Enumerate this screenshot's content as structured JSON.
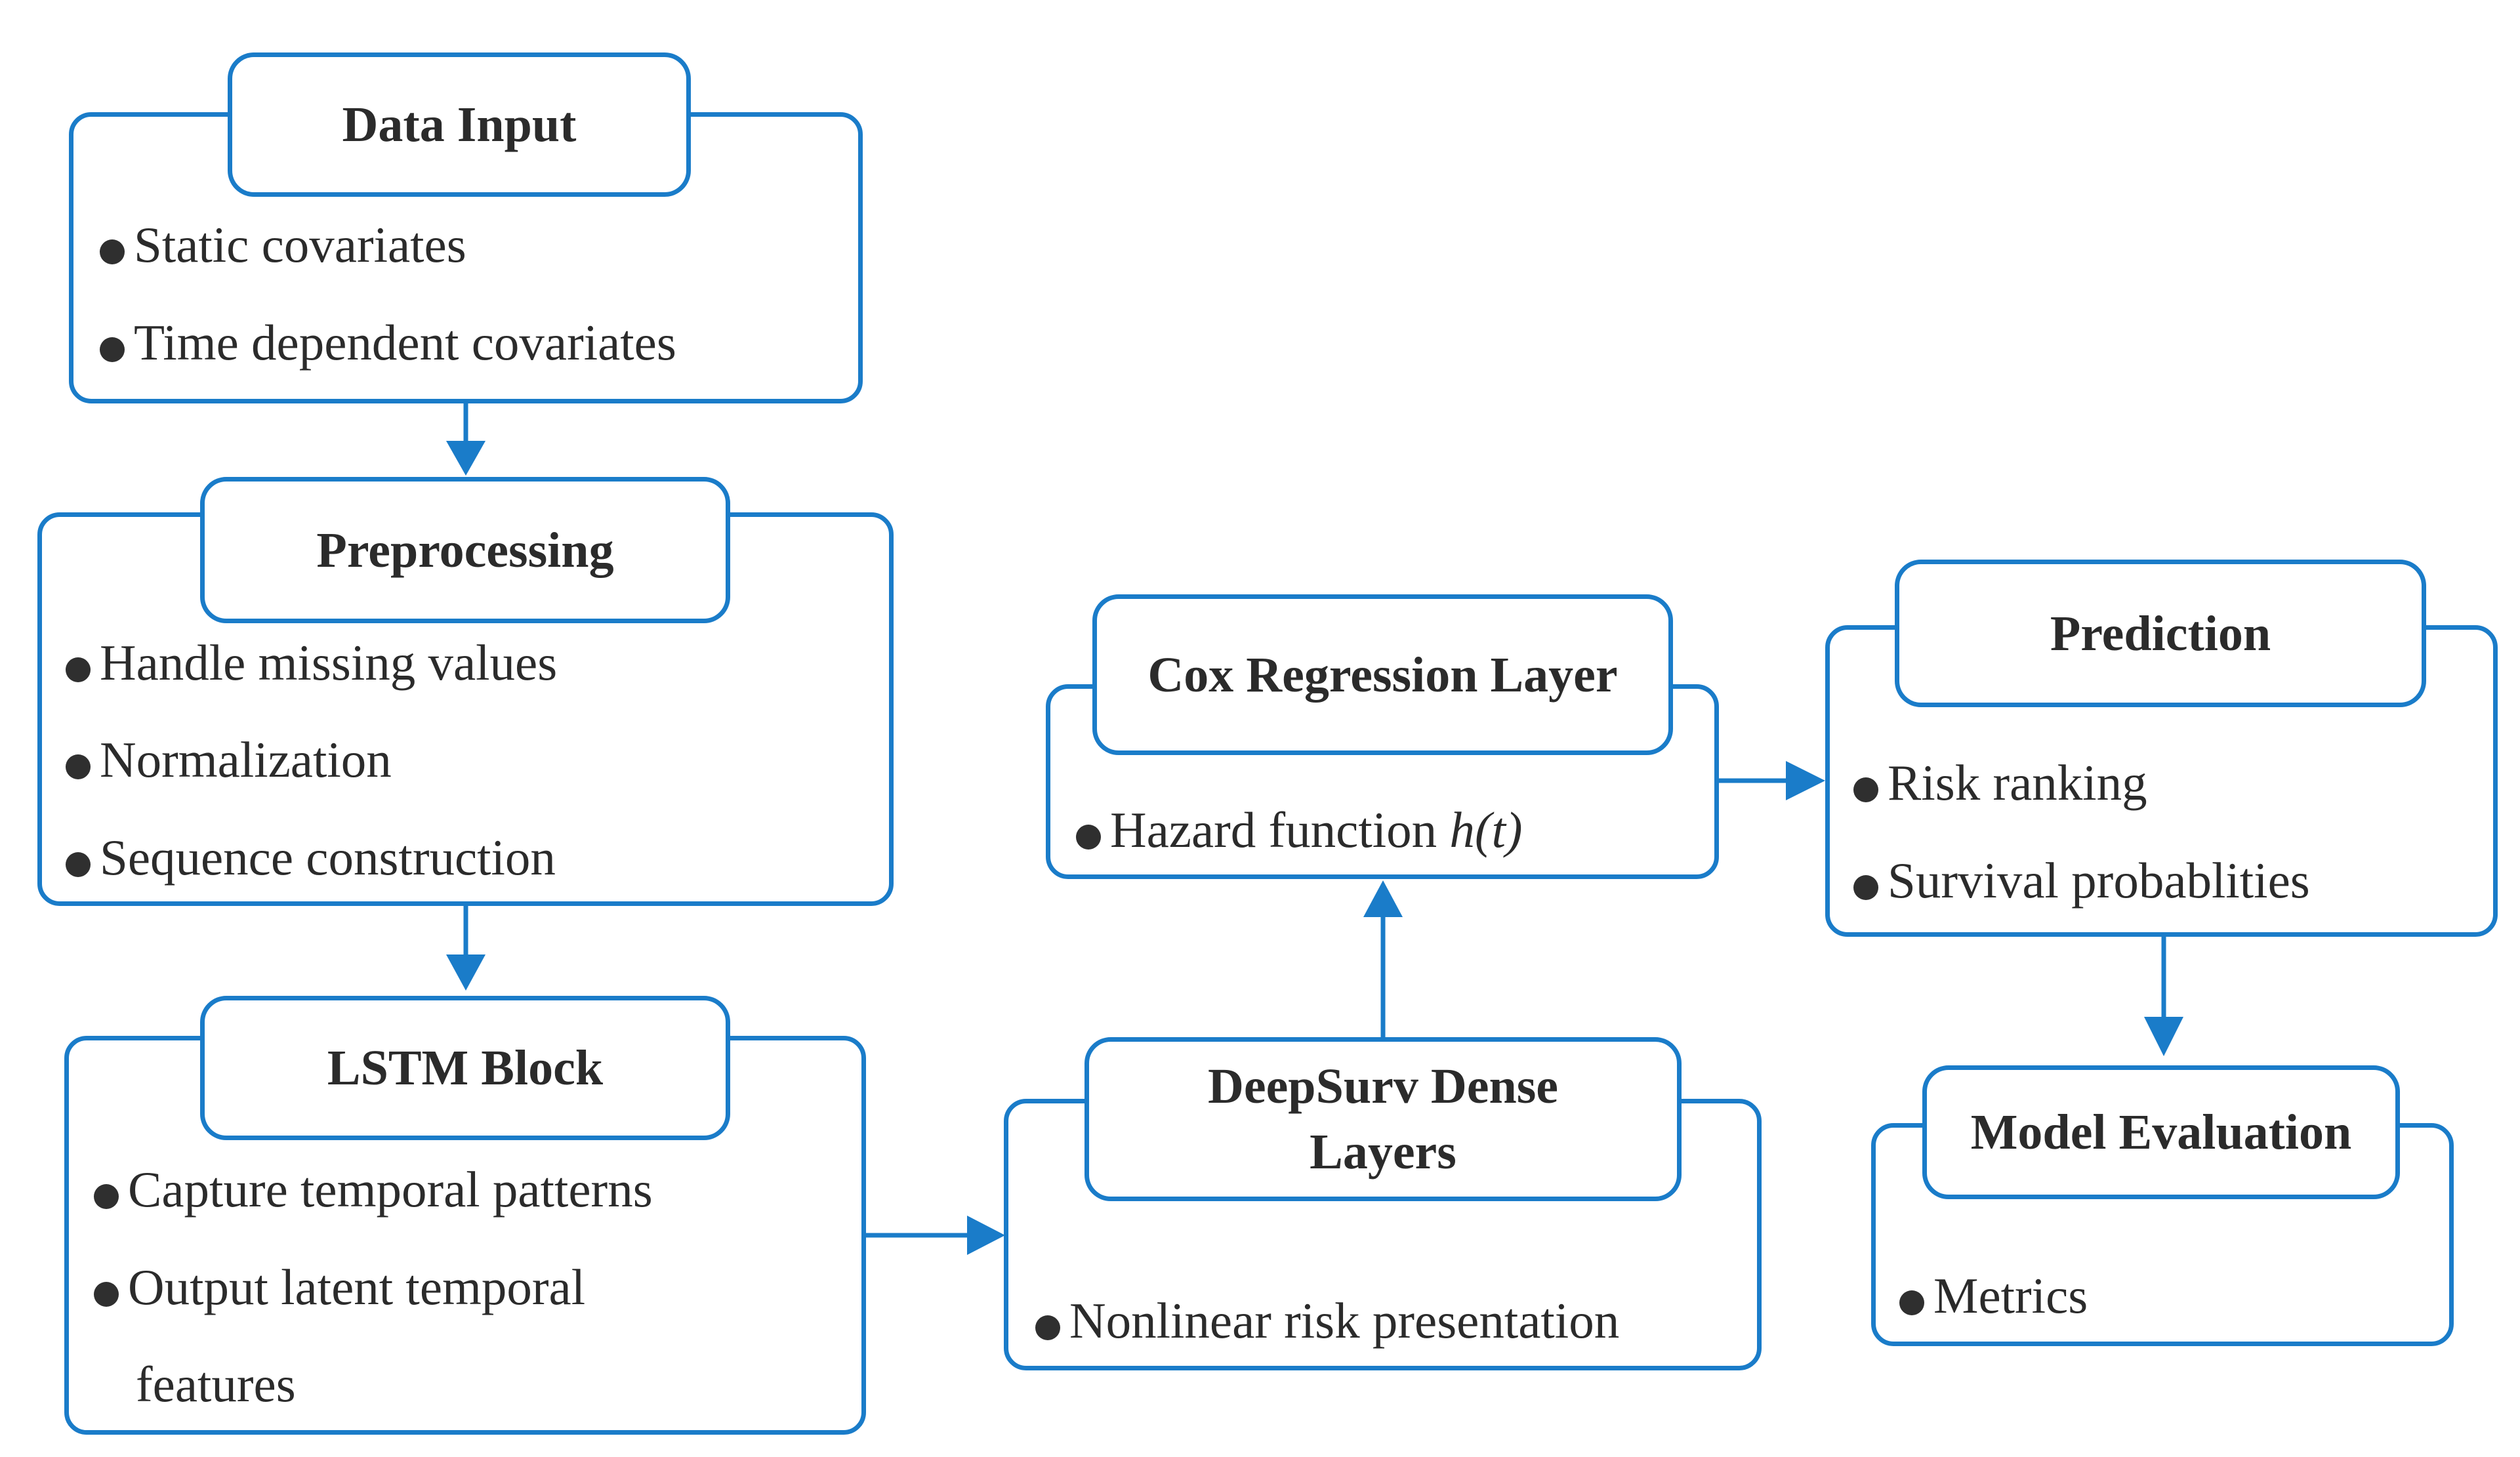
{
  "blocks": {
    "data_input": {
      "title": "Data Input",
      "items": [
        "Static covariates",
        "Time dependent covariates"
      ]
    },
    "preprocessing": {
      "title": "Preprocessing",
      "items": [
        "Handle missing values",
        "Normalization",
        "Sequence construction"
      ]
    },
    "lstm": {
      "title": "LSTM Block",
      "items": [
        "Capture temporal patterns",
        "Output latent temporal",
        "features"
      ]
    },
    "deepsurv": {
      "title_line1": "DeepSurv Dense",
      "title_line2": "Layers",
      "items": [
        "Nonlinear risk presentation"
      ]
    },
    "cox": {
      "title": "Cox Regression Layer",
      "item_text": "Hazard function",
      "item_math": "h(t)"
    },
    "prediction": {
      "title": "Prediction",
      "items": [
        "Risk ranking",
        "Survival probablities"
      ]
    },
    "evaluation": {
      "title": "Model Evaluation",
      "items": [
        "Metrics"
      ]
    }
  },
  "colors": {
    "border": "#1a7cc9",
    "arrow": "#1a7cc9",
    "text": "#2b2b2b"
  }
}
